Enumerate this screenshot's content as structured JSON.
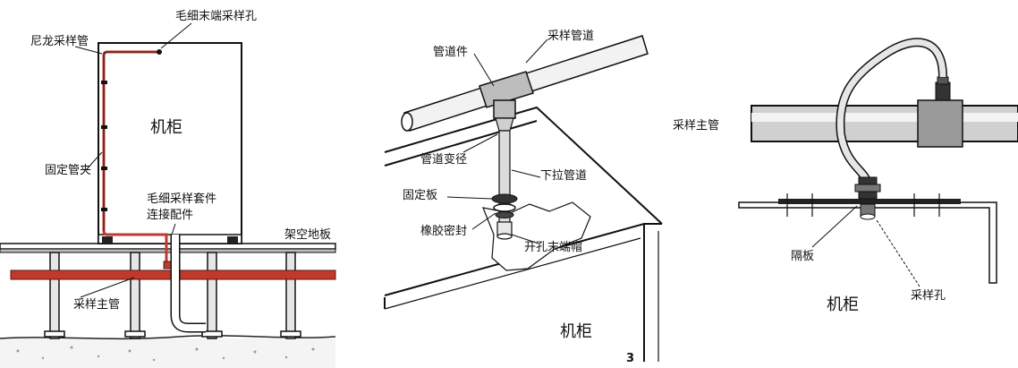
{
  "panels": [
    {
      "labels": {
        "nylon_tube": "尼龙采样管",
        "capillary_hole": "毛细末端采样孔",
        "cabinet": "机柜",
        "pipe_clamp": "固定管夹",
        "fitting_line1": "毛细采样套件",
        "fitting_line2": "连接配件",
        "raised_floor": "架空地板",
        "main_pipe": "采样主管"
      }
    },
    {
      "labels": {
        "sampling_pipe": "采样管道",
        "pipe_fitting": "管道件",
        "reducer": "管道变径",
        "drop_pipe": "下拉管道",
        "fixing_plate": "固定板",
        "rubber_seal": "橡胶密封",
        "end_cap": "开孔末端帽",
        "cabinet": "机柜",
        "page_mark": "3"
      }
    },
    {
      "labels": {
        "main_pipe": "采样主管",
        "partition": "隔板",
        "cabinet": "机柜",
        "sampling_hole": "采样孔"
      }
    }
  ],
  "colors": {
    "line": "#111111",
    "red_tube": "#c0392b",
    "pipe_fill": "#d9d9d9",
    "pipe_dark": "#555555"
  }
}
